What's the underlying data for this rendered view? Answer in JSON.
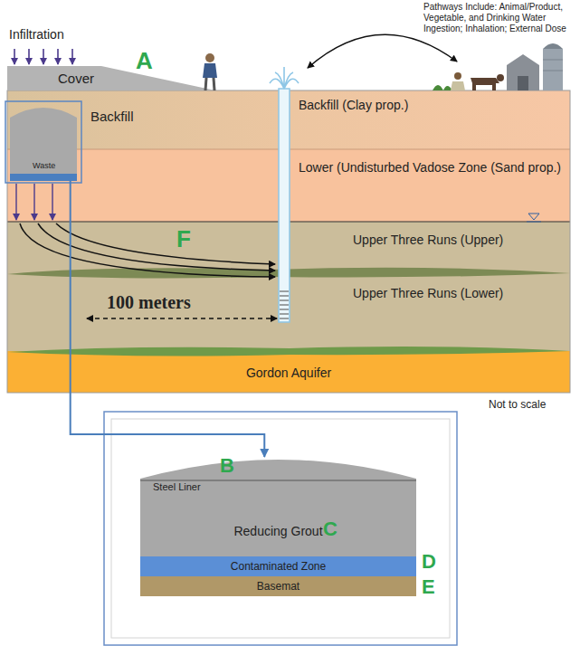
{
  "diagram": {
    "nodes": [
      {
        "text": [
          "Cover"
        ]
      },
      {
        "text": [
          "Backfill",
          "Backfill (Clay prop.)"
        ]
      },
      {
        "text": [
          "Waste"
        ],
        "in": 1
      },
      {
        "text": [
          "Lower (Undisturbed Vadose Zone (Sand prop.)"
        ]
      },
      {
        "text": [
          "Upper Three Runs (Upper)"
        ]
      },
      {
        "text": [
          "Upper Three Runs (Lower)"
        ]
      },
      {
        "text": [
          "Gordon Aquifer"
        ]
      },
      {
        "text": [
          "Steel Liner",
          "Reducing Grout"
        ]
      },
      {
        "text": [
          "Contaminated Zone"
        ],
        "in": 7
      },
      {
        "text": [
          "Basemat"
        ],
        "in": 7
      }
    ],
    "edges": [
      {
        "from": 2,
        "to": 7,
        "arrow": "to"
      }
    ],
    "labels": [
      "Infiltration",
      "A",
      "Pathways Include: Animal/Product, Vegetable, and Drinking Water Ingestion; Inhalation; External Dose",
      "F",
      "100 meters",
      "Not to scale",
      "B",
      "C",
      "D",
      "E"
    ]
  }
}
